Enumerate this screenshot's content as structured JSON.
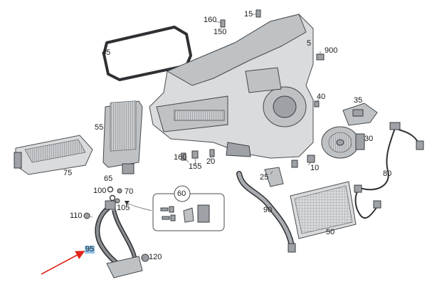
{
  "colors": {
    "highlight": "#8fc4ea",
    "arrow": "#e2231a"
  },
  "callouts": {
    "c5": "5",
    "c10": "10",
    "c15": "15",
    "c20": "20",
    "c25": "25",
    "c30": "30",
    "c35": "35",
    "c40": "40",
    "c45": "45",
    "c50": "50",
    "c55": "55",
    "c60": "60",
    "c65": "65",
    "c70": "70",
    "c75": "75",
    "c80": "80",
    "c90": "90",
    "c95": "95",
    "c100": "100",
    "c105": "105",
    "c110": "110",
    "c120": "120",
    "c150": "150",
    "c155": "155",
    "c160a": "160",
    "c160b": "160",
    "c900": "900"
  }
}
